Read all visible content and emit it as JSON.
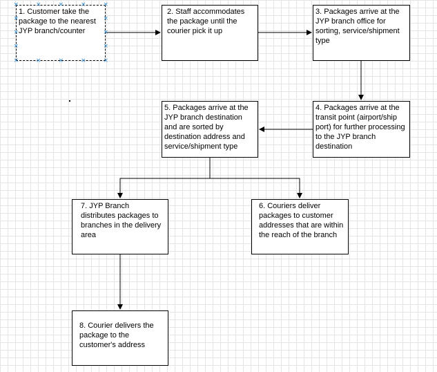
{
  "nodes": [
    {
      "id": "n1",
      "text": "1. Customer take the package to the nearest JYP branch/counter",
      "selected": true
    },
    {
      "id": "n2",
      "text": "2. Staff accommodates the package until the courier pick it up"
    },
    {
      "id": "n3",
      "text": "3. Packages arrive at the JYP branch office for sorting, service/shipment type"
    },
    {
      "id": "n4",
      "text": "4. Packages arrive at the transit point (airport/ship port) for further processing to the JYP branch destination"
    },
    {
      "id": "n5",
      "text": "5. Packages arrive at the JYP branch destination and are sorted by destination address and service/shipment type"
    },
    {
      "id": "n6",
      "text": "6. Couriers deliver packages to customer addresses that are within the reach of the branch"
    },
    {
      "id": "n7",
      "text": "7. JYP Branch distributes packages to branches in the delivery area"
    },
    {
      "id": "n8",
      "text": "8. Courier delivers the package to the customer's address"
    }
  ],
  "edges": [
    {
      "from": "n1",
      "to": "n2"
    },
    {
      "from": "n2",
      "to": "n3"
    },
    {
      "from": "n3",
      "to": "n4"
    },
    {
      "from": "n4",
      "to": "n5"
    },
    {
      "from": "n5",
      "to": "n7"
    },
    {
      "from": "n5",
      "to": "n6"
    },
    {
      "from": "n7",
      "to": "n8"
    }
  ],
  "colors": {
    "selection_handle": "#2f8fd8",
    "line": "#000000",
    "grid": "#e4e4e4"
  }
}
